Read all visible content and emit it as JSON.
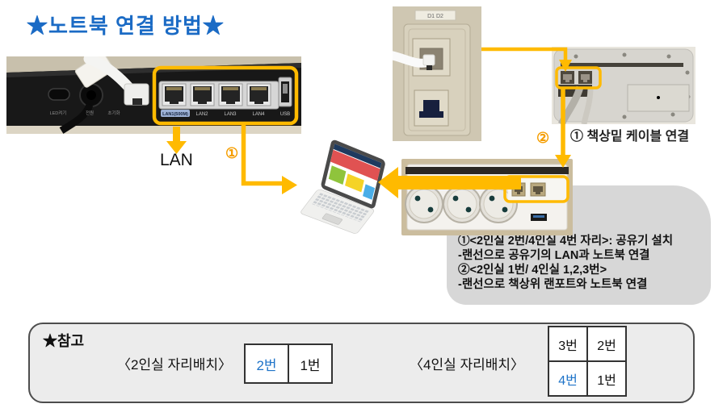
{
  "title": "★노트북 연결 방법★",
  "colors": {
    "accent_orange": "#FFBA00",
    "title_blue": "#1B6BC5",
    "seat_blue": "#1E73C8",
    "bubble_gray": "#D7D7D7"
  },
  "router": {
    "lan_label": "LAN",
    "marker": "①",
    "port_labels": [
      "LAN1(500M)",
      "LAN2",
      "LAN3",
      "LAN4",
      "USB"
    ],
    "panel_labels": [
      "LED켜기",
      "전원",
      "초기화"
    ]
  },
  "wall_outlet": {
    "sticker": "D1  D2"
  },
  "desk_panel": {
    "caption": "① 책상밑 케이블 연결",
    "marker": "②"
  },
  "bubble": {
    "lines": [
      "①<2인실 2번/4인실 4번 자리>: 공유기 설치",
      "-랜선으로 공유기의 LAN과 노트북 연결",
      "②<2인실 1번/ 4인실 1,2,3번>",
      "-랜선으로 책상위 랜포트와 노트북 연결"
    ]
  },
  "reference": {
    "title": "★참고",
    "room2": {
      "label": "〈2인실 자리배치〉",
      "seats": [
        "2번",
        "1번"
      ]
    },
    "room4": {
      "label": "〈4인실 자리배치〉",
      "rows": [
        [
          "3번",
          "2번"
        ],
        [
          "4번",
          "1번"
        ]
      ]
    }
  }
}
